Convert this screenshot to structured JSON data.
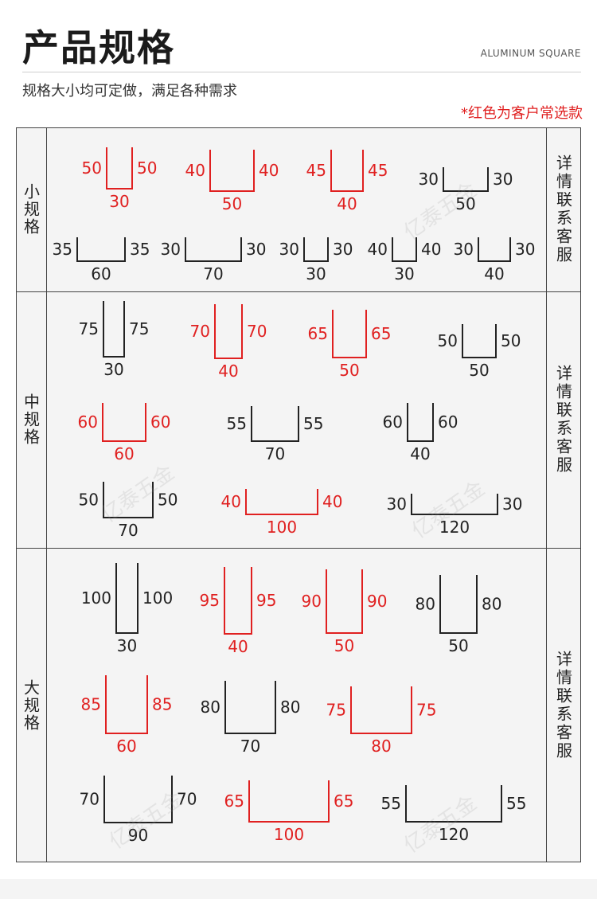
{
  "header": {
    "title": "产品规格",
    "title_en": "ALUMINUM SQUARE",
    "subtitle": "规格大小均可定做，满足各种需求",
    "note": "*红色为客户常选款"
  },
  "colors": {
    "red": "#e02020",
    "black": "#222222"
  },
  "watermark": "亿泰五金",
  "rows": [
    {
      "label": "小规格",
      "contact": "详情联系客服",
      "items": [
        {
          "h": "50",
          "w": "30",
          "red": true
        },
        {
          "h": "40",
          "w": "50",
          "red": true
        },
        {
          "h": "45",
          "w": "40",
          "red": true
        },
        {
          "h": "30",
          "w": "50",
          "red": false
        },
        {
          "h": "35",
          "w": "60",
          "red": false
        },
        {
          "h": "30",
          "w": "70",
          "red": false
        },
        {
          "h": "30",
          "w": "30",
          "red": false
        },
        {
          "h": "40",
          "w": "30",
          "red": false
        },
        {
          "h": "30",
          "w": "40",
          "red": false
        }
      ]
    },
    {
      "label": "中规格",
      "contact": "详情联系客服",
      "items": [
        {
          "h": "75",
          "w": "30",
          "red": false
        },
        {
          "h": "70",
          "w": "40",
          "red": true
        },
        {
          "h": "65",
          "w": "50",
          "red": true
        },
        {
          "h": "50",
          "w": "50",
          "red": false
        },
        {
          "h": "60",
          "w": "60",
          "red": true
        },
        {
          "h": "55",
          "w": "70",
          "red": false
        },
        {
          "h": "60",
          "w": "40",
          "red": false
        },
        {
          "h": "50",
          "w": "70",
          "red": false
        },
        {
          "h": "40",
          "w": "100",
          "red": true
        },
        {
          "h": "30",
          "w": "120",
          "red": false
        }
      ]
    },
    {
      "label": "大规格",
      "contact": "详情联系客服",
      "items": [
        {
          "h": "100",
          "w": "30",
          "red": false
        },
        {
          "h": "95",
          "w": "40",
          "red": true
        },
        {
          "h": "90",
          "w": "50",
          "red": true
        },
        {
          "h": "80",
          "w": "50",
          "red": false
        },
        {
          "h": "85",
          "w": "60",
          "red": true
        },
        {
          "h": "80",
          "w": "70",
          "red": false
        },
        {
          "h": "75",
          "w": "80",
          "red": true
        },
        {
          "h": "70",
          "w": "90",
          "red": false
        },
        {
          "h": "65",
          "w": "100",
          "red": true
        },
        {
          "h": "55",
          "w": "120",
          "red": false
        }
      ]
    }
  ]
}
